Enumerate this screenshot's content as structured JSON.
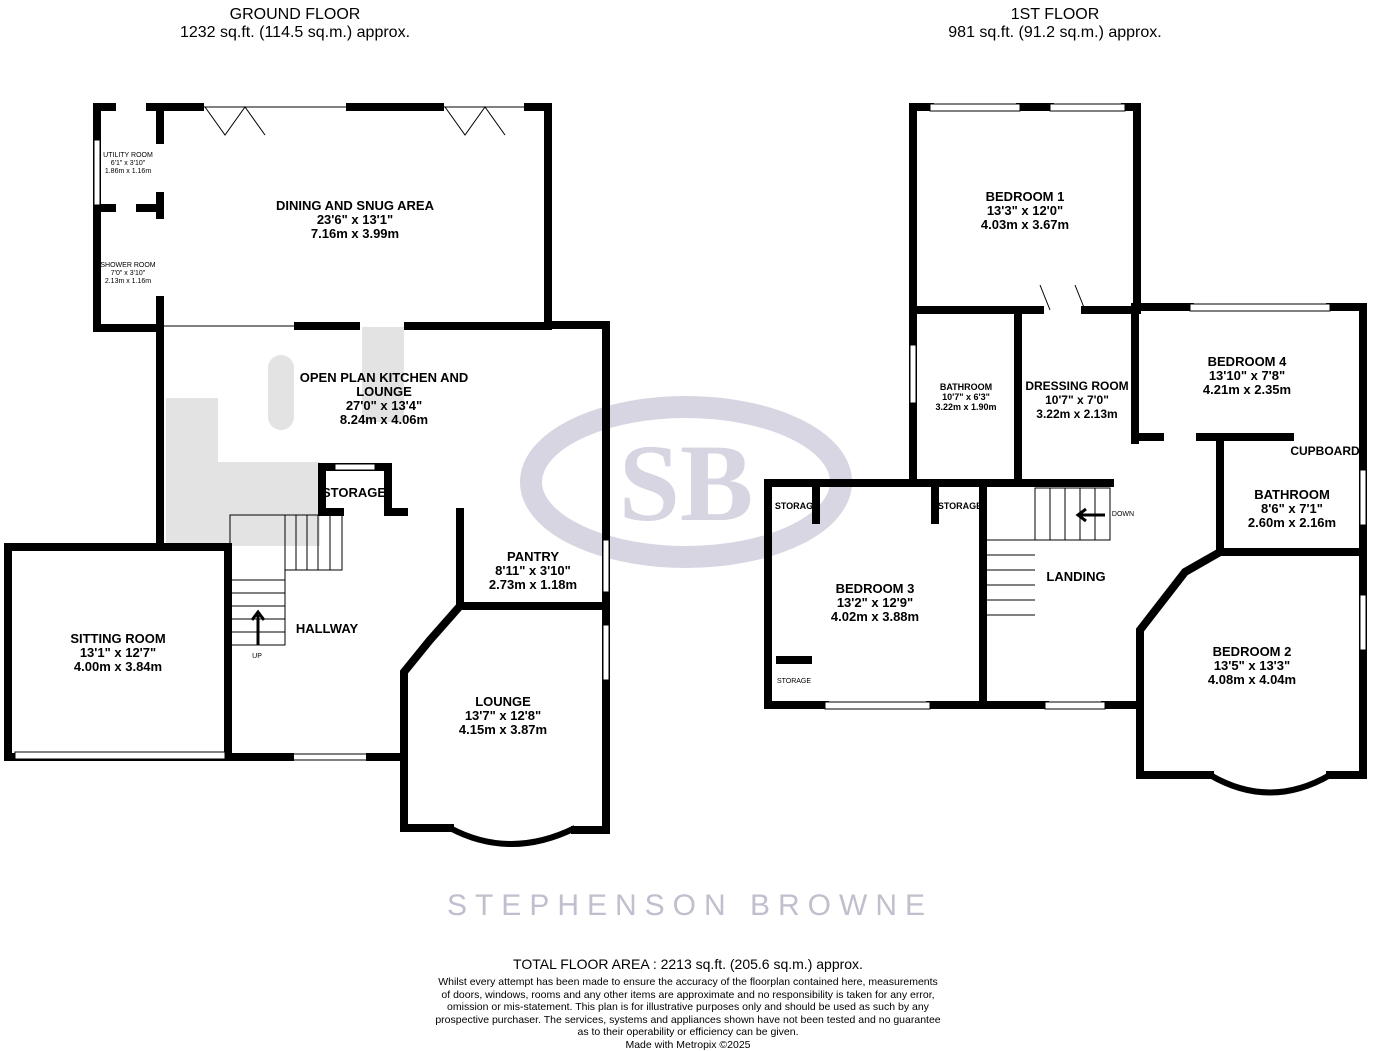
{
  "ground_floor": {
    "title": "GROUND FLOOR",
    "area": "1232 sq.ft. (114.5 sq.m.) approx."
  },
  "first_floor": {
    "title": "1ST FLOOR",
    "area": "981 sq.ft. (91.2 sq.m.) approx."
  },
  "rooms_ground": [
    {
      "name": "UTILITY ROOM",
      "imperial": "6'1\" x 3'10\"",
      "metric": "1.86m x 1.16m"
    },
    {
      "name": "SHOWER ROOM",
      "imperial": "7'0\" x 3'10\"",
      "metric": "2.13m x 1.16m"
    },
    {
      "name": "DINING AND SNUG AREA",
      "imperial": "23'6\" x 13'1\"",
      "metric": "7.16m x 3.99m"
    },
    {
      "name": "OPEN PLAN KITCHEN AND LOUNGE",
      "imperial": "27'0\" x 13'4\"",
      "metric": "8.24m x 4.06m"
    },
    {
      "name": "STORAGE"
    },
    {
      "name": "PANTRY",
      "imperial": "8'11\" x 3'10\"",
      "metric": "2.73m x 1.18m"
    },
    {
      "name": "HALLWAY"
    },
    {
      "name": "SITTING ROOM",
      "imperial": "13'1\" x 12'7\"",
      "metric": "4.00m x 3.84m"
    },
    {
      "name": "LOUNGE",
      "imperial": "13'7\" x 12'8\"",
      "metric": "4.15m x 3.87m"
    }
  ],
  "stairs_up": "UP",
  "stairs_down": "DOWN",
  "rooms_first": [
    {
      "name": "BEDROOM 1",
      "imperial": "13'3\" x 12'0\"",
      "metric": "4.03m x 3.67m"
    },
    {
      "name": "BATHROOM",
      "imperial": "10'7\" x 6'3\"",
      "metric": "3.22m x 1.90m"
    },
    {
      "name": "DRESSING ROOM",
      "imperial": "10'7\" x 7'0\"",
      "metric": "3.22m x 2.13m"
    },
    {
      "name": "BEDROOM 4",
      "imperial": "13'10\" x 7'8\"",
      "metric": "4.21m x 2.35m"
    },
    {
      "name": "CUPBOARD"
    },
    {
      "name": "BATHROOM",
      "imperial": "8'6\" x 7'1\"",
      "metric": "2.60m x 2.16m"
    },
    {
      "name": "STORAGE"
    },
    {
      "name": "STORAGE"
    },
    {
      "name": "STORAGE"
    },
    {
      "name": "BEDROOM 3",
      "imperial": "13'2\" x 12'9\"",
      "metric": "4.02m x 3.88m"
    },
    {
      "name": "LANDING"
    },
    {
      "name": "BEDROOM 2",
      "imperial": "13'5\" x 13'3\"",
      "metric": "4.08m x 4.04m"
    }
  ],
  "watermark": {
    "monogram": "SB",
    "brand": "STEPHENSON BROWNE"
  },
  "footer": {
    "total": "TOTAL FLOOR AREA : 2213 sq.ft. (205.6 sq.m.) approx.",
    "disclaimer": [
      "Whilst every attempt has been made to ensure the accuracy of the floorplan contained here, measurements",
      "of doors, windows, rooms and any other items are approximate and no responsibility is taken for any error,",
      "omission or mis-statement. This plan is for illustrative purposes only and should be used as such by any",
      "prospective purchaser. The services, systems and appliances shown have not been tested and no guarantee",
      "as to their operability or efficiency can be given."
    ],
    "made_with": "Made with Metropix ©2025"
  },
  "colors": {
    "wall": "#000000",
    "watermark": "#b9b4cc",
    "fixture": "#e3e3e3"
  }
}
